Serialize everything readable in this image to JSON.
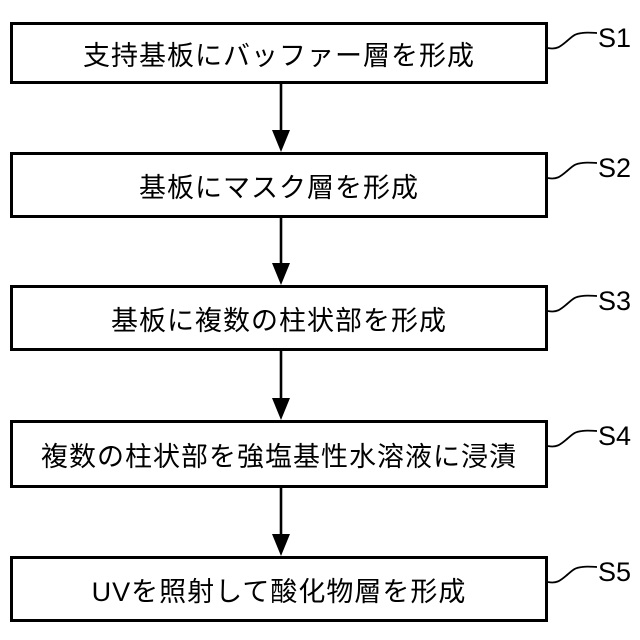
{
  "figure": {
    "type": "flowchart",
    "background_color": "#ffffff",
    "line_color": "#000000"
  },
  "steps": [
    {
      "label": "S1",
      "text": "支持基板にバッファー層を形成"
    },
    {
      "label": "S2",
      "text": "基板にマスク層を形成"
    },
    {
      "label": "S3",
      "text": "基板に複数の柱状部を形成"
    },
    {
      "label": "S4",
      "text": "複数の柱状部を強塩基性水溶液に浸漬"
    },
    {
      "label": "S5",
      "text": "UVを照射して酸化物層を形成"
    }
  ]
}
